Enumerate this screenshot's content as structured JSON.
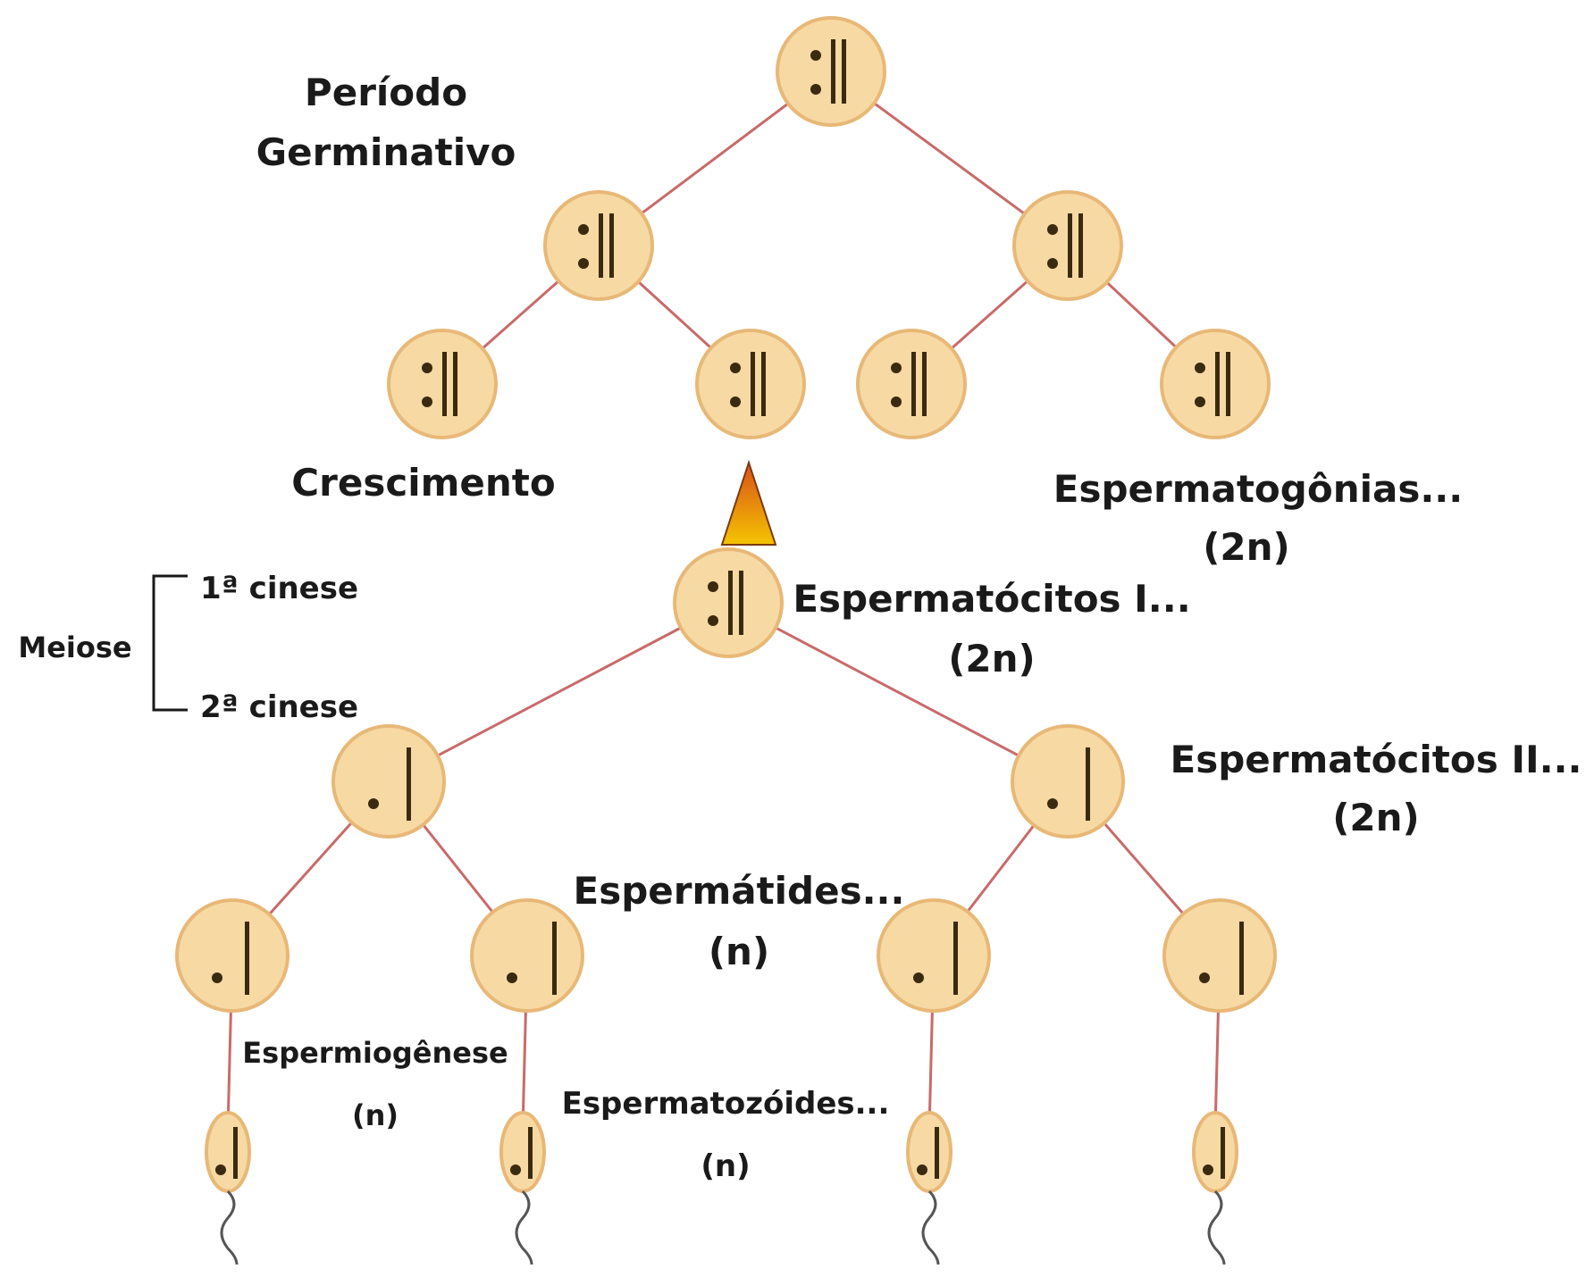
{
  "labels": {
    "periodo_line1": "Período",
    "periodo_line2": "Germinativo",
    "crescimento": "Crescimento",
    "espermatogonias": "Espermatogônias...",
    "espermatogonias_ploidy": "(2n)",
    "meiose": "Meiose",
    "cinese1": "1ª cinese",
    "cinese2": "2ª cinese",
    "espermatocitos1": "Espermatócitos I...",
    "espermatocitos1_ploidy": "(2n)",
    "espermatocitos2": "Espermatócitos II...",
    "espermatocitos2_ploidy": "(2n)",
    "espermatides": "Espermátides...",
    "espermatides_ploidy": "(n)",
    "espermiogenese": "Espermiogênese",
    "espermiogenese_ploidy": "(n)",
    "espermatozoides": "Espermatozóides...",
    "espermatozoides_ploidy": "(n)"
  },
  "colors": {
    "cell_fill": "#F7D9A3",
    "cell_stroke": "#E8B877",
    "line": "#C96A6A",
    "chromosome": "#3A2A10",
    "arrow_light": "#F5C400",
    "arrow_dark": "#D8501A",
    "text": "#1a1a1a"
  }
}
